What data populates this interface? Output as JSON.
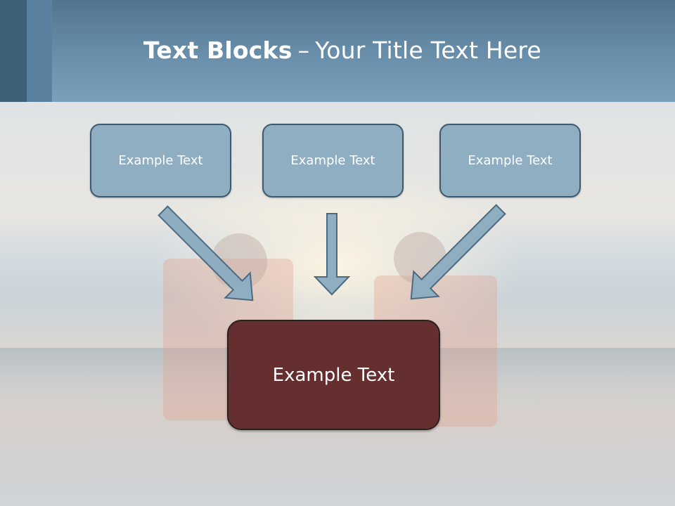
{
  "slide": {
    "title_bold": "Text Blocks",
    "title_separator": "–",
    "title_rest": "Your Title Text Here",
    "top_boxes": [
      {
        "label": "Example Text"
      },
      {
        "label": "Example Text"
      },
      {
        "label": "Example Text"
      }
    ],
    "main_box": {
      "label": "Example Text"
    }
  },
  "colors": {
    "header": "#6a8fab",
    "box_fill": "#8faec2",
    "box_border": "#3f5a70",
    "main_box_fill": "#652f2f",
    "arrow_fill": "#8faec2"
  }
}
